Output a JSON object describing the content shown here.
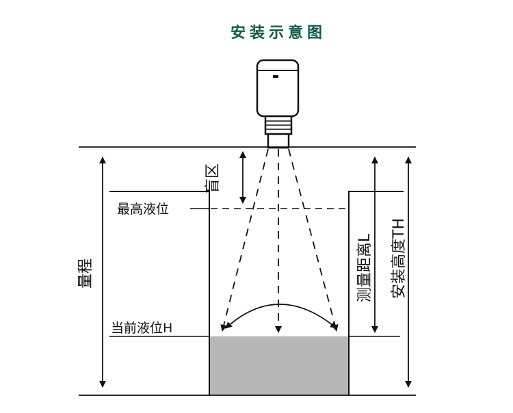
{
  "title": "安装示意图",
  "labels": {
    "blind_zone": "盲区",
    "max_level": "最高液位",
    "current_level": "当前液位H",
    "range": "量程",
    "measure_distance": "测量距离L",
    "install_height": "安装高度TH"
  },
  "colors": {
    "title": "#0e5a4a",
    "line": "#111111",
    "liquid": "#b7b7b7"
  }
}
